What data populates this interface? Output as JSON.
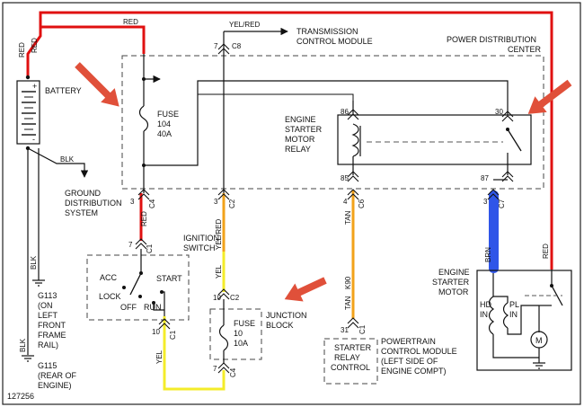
{
  "labels": {
    "battery": "BATTERY",
    "plus": "+",
    "minus": "-",
    "red": "RED",
    "blk": "BLK",
    "yel_red": "YEL/RED",
    "yel": "YEL",
    "tan": "TAN",
    "brn": "BRN",
    "transmission_line1": "TRANSMISSION",
    "transmission_line2": "CONTROL MODULE",
    "pdc_line1": "POWER DISTRIBUTION",
    "pdc_line2": "CENTER",
    "fuse104_line1": "FUSE",
    "fuse104_line2": "104",
    "fuse104_line3": "40A",
    "relay_line1": "ENGINE",
    "relay_line2": "STARTER",
    "relay_line3": "MOTOR",
    "relay_line4": "RELAY",
    "ground_line1": "GROUND",
    "ground_line2": "DISTRIBUTION",
    "ground_line3": "SYSTEM",
    "ignition_line1": "IGNITION",
    "ignition_line2": "SWITCH",
    "acc": "ACC",
    "lock": "LOCK",
    "off": "OFF",
    "run": "RUN",
    "start": "START",
    "g113_line1": "G113",
    "g113_line2": "(ON",
    "g113_line3": "LEFT",
    "g113_line4": "FRONT",
    "g113_line5": "FRAME",
    "g113_line6": "RAIL)",
    "g115_line1": "G115",
    "g115_line2": "(REAR OF",
    "g115_line3": "ENGINE)",
    "fig_number": "127256",
    "junction_line1": "JUNCTION",
    "junction_line2": "BLOCK",
    "fuse10_line1": "FUSE",
    "fuse10_line2": "10",
    "fuse10_line3": "10A",
    "starter_motor_line1": "ENGINE",
    "starter_motor_line2": "STARTER",
    "starter_motor_line3": "MOTOR",
    "hd": "HD",
    "pl": "PL",
    "in": "IN",
    "motor_symbol": "M",
    "starter_relay_line1": "STARTER",
    "starter_relay_line2": "RELAY",
    "starter_relay_line3": "CONTROL",
    "pcm_line1": "POWERTRAIN",
    "pcm_line2": "CONTROL MODULE",
    "pcm_line3": "(LEFT SIDE OF",
    "pcm_line4": "ENGINE COMPT)",
    "k90": "K90",
    "c1": "C1",
    "c2": "C2",
    "c4": "C4",
    "c6": "C6",
    "c7": "C7",
    "c8": "C8",
    "pin_3": "3",
    "pin_4": "4",
    "pin_7": "7",
    "pin_10": "10",
    "pin_30": "30",
    "pin_31": "31",
    "pin_85": "85",
    "pin_86": "86",
    "pin_87": "87"
  },
  "colors": {
    "red_wire": "#e01010",
    "yellow_wire": "#f4ec2a",
    "orange_wire": "#f2a21a",
    "highlight_blue": "#2f55e8",
    "arrow_red": "#e0503a",
    "line": "#111111"
  }
}
